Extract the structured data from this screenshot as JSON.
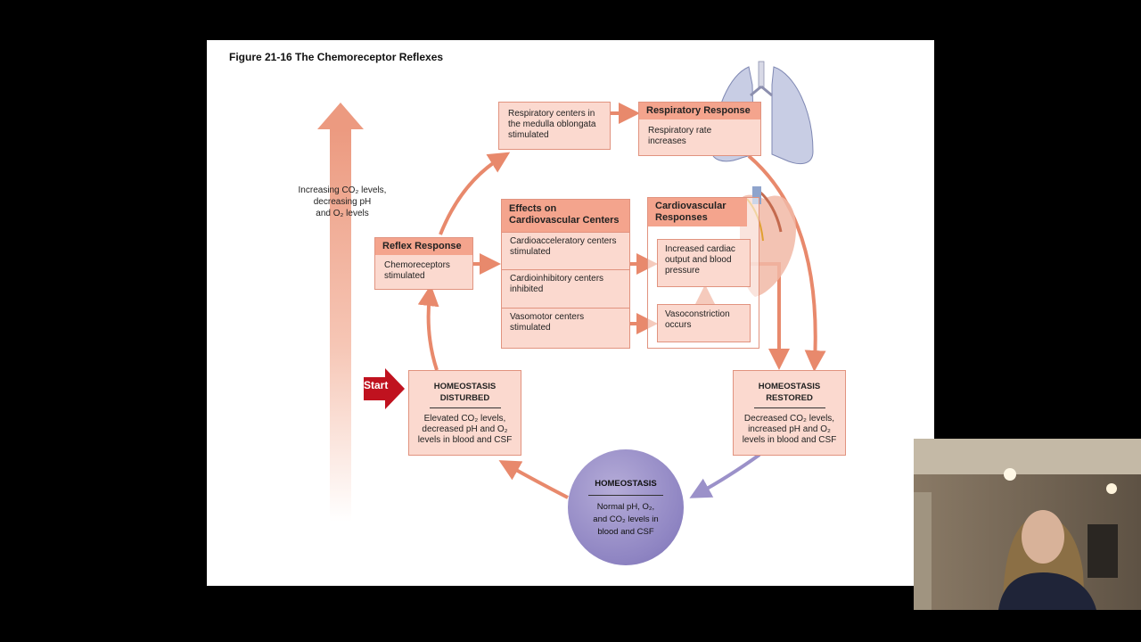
{
  "figure": {
    "title": "Figure 21-16  The Chemoreceptor Reflexes"
  },
  "side_label": {
    "line1": "Increasing CO₂ levels,",
    "line2": "decreasing pH",
    "line3": "and O₂ levels"
  },
  "start_label": "Start",
  "reflex_response": {
    "header": "Reflex Response",
    "text": "Chemoreceptors stimulated"
  },
  "respiratory_centers": {
    "text": "Respiratory centers in the medulla oblongata stimulated"
  },
  "respiratory_response": {
    "header": "Respiratory Response",
    "text": "Respiratory rate increases"
  },
  "cardio_centers": {
    "header": "Effects on Cardiovascular Centers",
    "items": [
      "Cardioacceleratory centers stimulated",
      "Cardioinhibitory centers inhibited",
      "Vasomotor centers stimulated"
    ]
  },
  "cardio_responses": {
    "header": "Cardiovascular Responses",
    "output": "Increased cardiac output and blood pressure",
    "vaso": "Vasoconstriction occurs"
  },
  "homeostasis_disturbed": {
    "header_line1": "HOMEOSTASIS",
    "header_line2": "DISTURBED",
    "line1": "Elevated CO₂ levels,",
    "line2": "decreased pH and O₂",
    "line3": "levels in blood and CSF"
  },
  "homeostasis_restored": {
    "header_line1": "HOMEOSTASIS",
    "header_line2": "RESTORED",
    "line1": "Decreased CO₂ levels,",
    "line2": "increased pH and O₂",
    "line3": "levels in blood and CSF"
  },
  "homeostasis": {
    "header": "HOMEOSTASIS",
    "line1": "Normal pH, O₂,",
    "line2": "and CO₂ levels in",
    "line3": "blood and CSF"
  },
  "colors": {
    "box_fill": "#fbd9cf",
    "box_header": "#f4a48d",
    "arrow": "#e8896c",
    "homeostasis": "#8e84c2",
    "start": "#c0121f"
  }
}
